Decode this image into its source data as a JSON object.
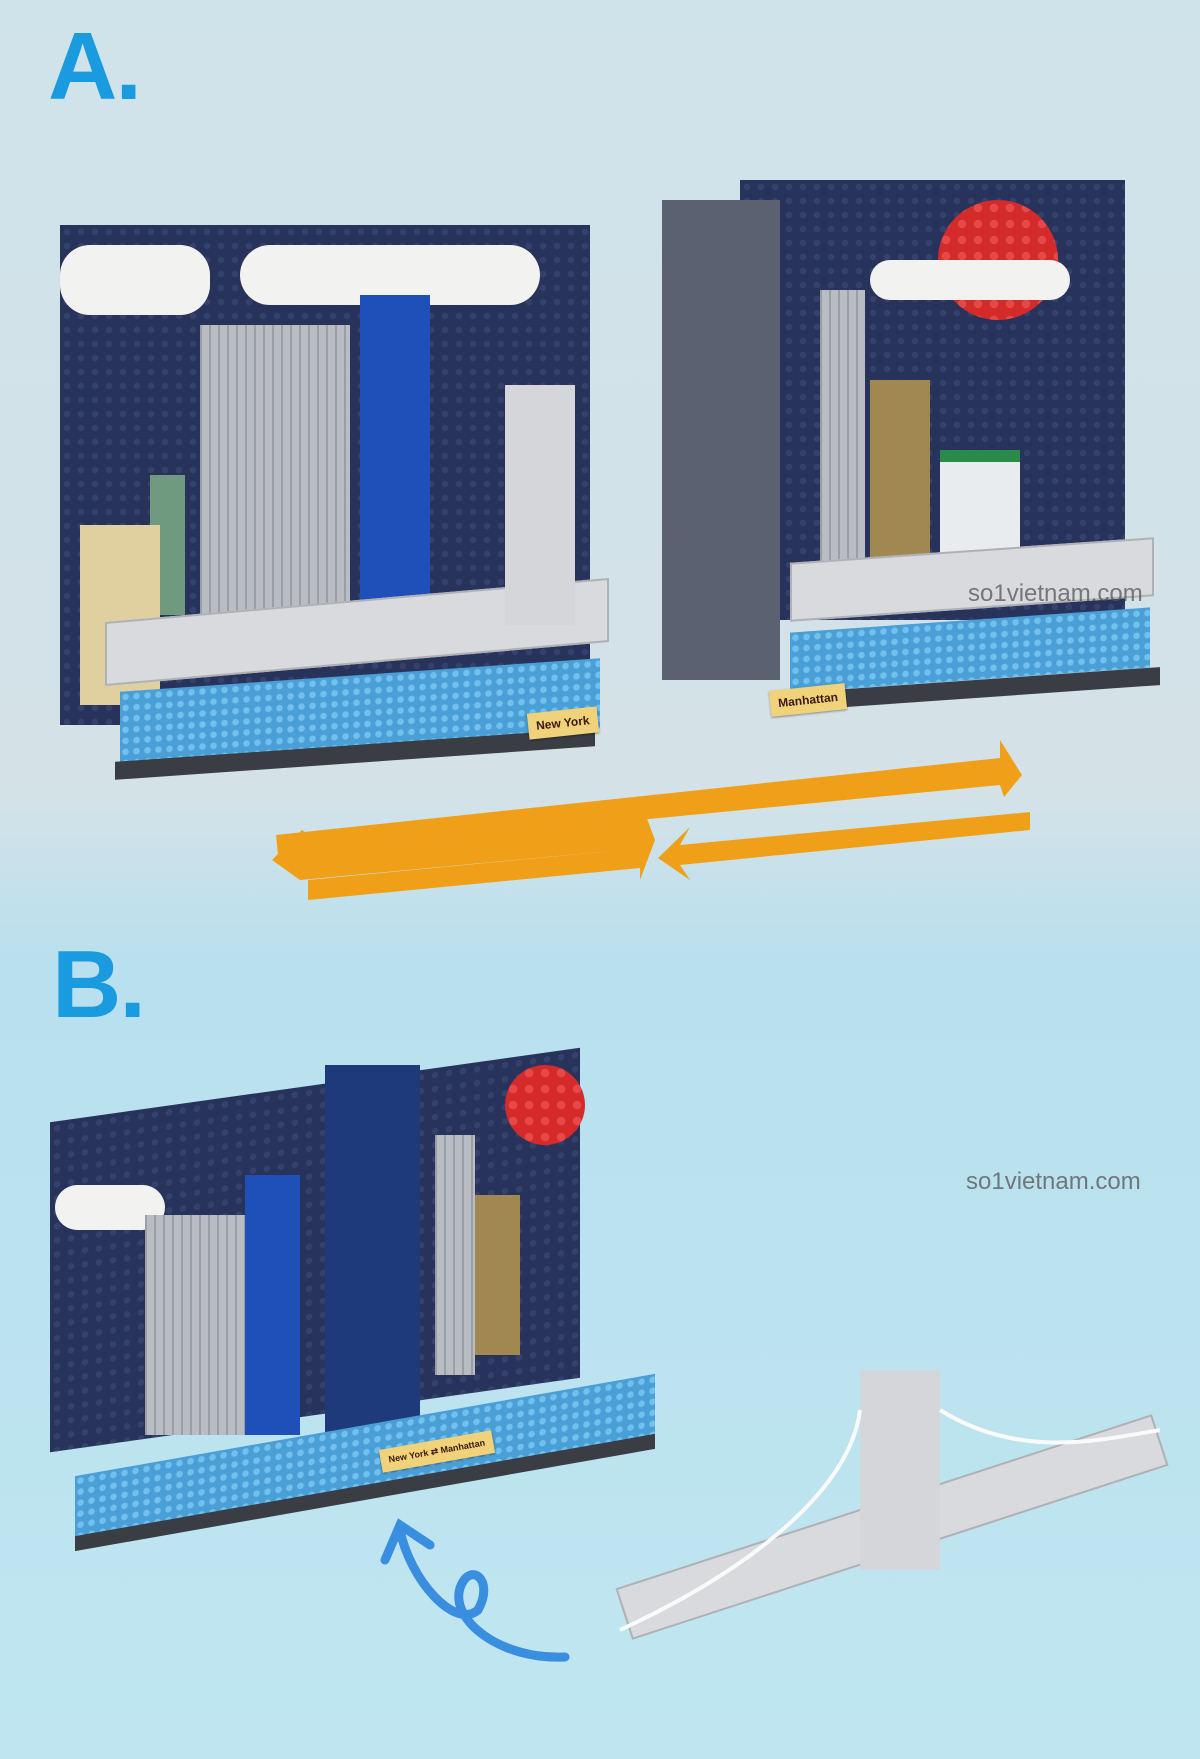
{
  "labels": {
    "a": "A.",
    "b": "B."
  },
  "signs": {
    "new_york": "New York",
    "manhattan": "Manhattan",
    "combined_new_york": "New York",
    "combined_manhattan": "Manhattan"
  },
  "watermark": "so1vietnam.com",
  "colors": {
    "arrow": "#f0a018",
    "label": "#1a9be0",
    "curve_arrow": "#3a8ee0"
  }
}
